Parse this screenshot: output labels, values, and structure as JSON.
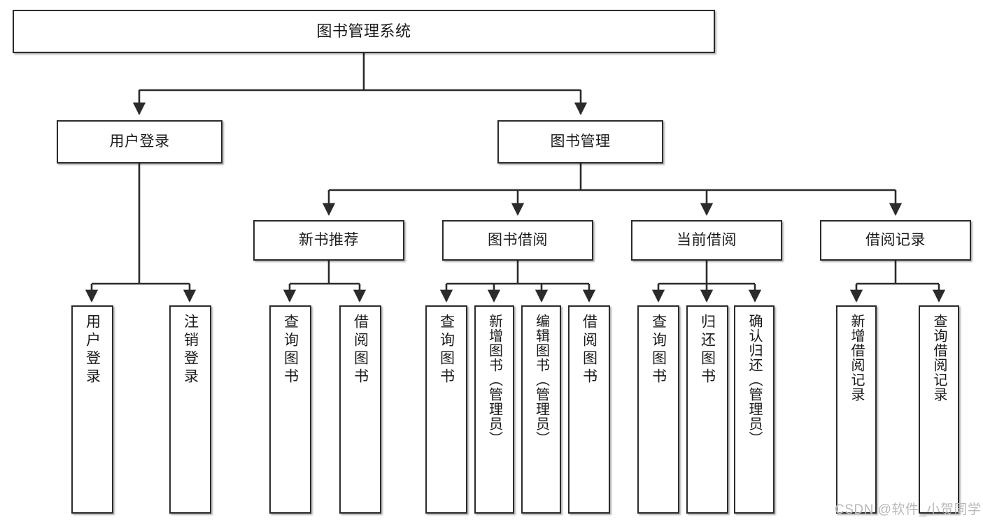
{
  "diagram": {
    "title": "图书管理系统",
    "type": "tree-hierarchy-diagram",
    "stroke_color": "#2b2b2b",
    "fill_color": "#ffffff",
    "text_color": "#1a1a1a",
    "nodes": {
      "root": {
        "label": "图书管理系统"
      },
      "level2": [
        {
          "label": "用户登录"
        },
        {
          "label": "图书管理"
        }
      ],
      "level3": [
        {
          "label": "新书推荐"
        },
        {
          "label": "图书借阅"
        },
        {
          "label": "当前借阅"
        },
        {
          "label": "借阅记录"
        }
      ],
      "leaves": {
        "user_login": [
          {
            "label": "用户登录"
          },
          {
            "label": "注销登录"
          }
        ],
        "new_book": [
          {
            "label": "查询图书"
          },
          {
            "label": "借阅图书"
          }
        ],
        "book_borrow": [
          {
            "label": "查询图书"
          },
          {
            "label": "新增图书（管理员）"
          },
          {
            "label": "编辑图书（管理员）"
          },
          {
            "label": "借阅图书"
          }
        ],
        "current_borrow": [
          {
            "label": "查询图书"
          },
          {
            "label": "归还图书"
          },
          {
            "label": "确认归还（管理员）"
          }
        ],
        "borrow_record": [
          {
            "label": "新增借阅记录"
          },
          {
            "label": "查询借阅记录"
          }
        ]
      }
    }
  },
  "watermark": {
    "text": "CSDN @软件_小贺同学"
  }
}
